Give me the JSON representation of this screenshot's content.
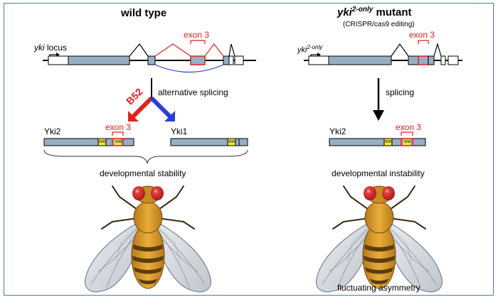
{
  "wild_type": {
    "title": "wild type",
    "locus_prefix": "yki",
    "locus_suffix": " locus",
    "exon3_label": "exon 3",
    "splicing_label": "alternative splicing",
    "b52_label": "B52",
    "yki2_label": "Yki2",
    "yki1_label": "Yki1",
    "exon3_protein_label": "exon 3",
    "stability_label": "developmental stability",
    "ww_label": "WW"
  },
  "mutant": {
    "title_gene": "yki",
    "title_sup": "2-only",
    "title_rest": " mutant",
    "subtitle": "(CRISPR/cas9 editing)",
    "locus_gene": "yki",
    "locus_sup": "2-only",
    "exon3_label": "exon 3",
    "splicing_label": "splicing",
    "yki2_label": "Yki2",
    "exon3_protein_label": "exon 3",
    "instability_label": "developmental instability",
    "asymmetry_label": "fluctuating asymmetry",
    "ww_label": "WW"
  },
  "colors": {
    "frame": "#4a78b5",
    "exon": "#98aec4",
    "red": "#e0211e",
    "blue": "#2a3fd6",
    "ww": "#f3ec28",
    "fly_body": "#d99a22",
    "fly_eye": "#d8262a"
  }
}
